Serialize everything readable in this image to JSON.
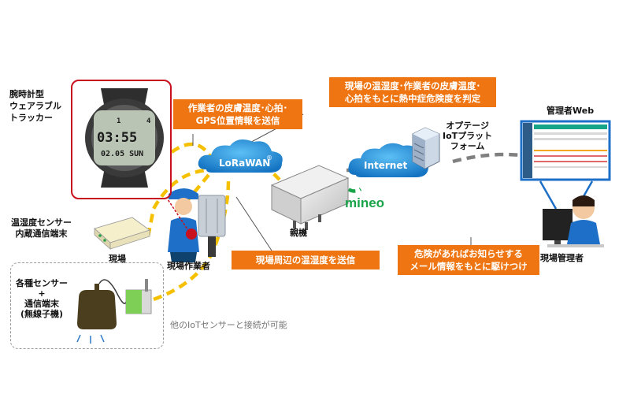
{
  "labels": {
    "watch_tracker": [
      "腕時計型",
      "ウェアラブル",
      "トラッカー"
    ],
    "temp_sensor": [
      "温湿度センサー",
      "内蔵通信端末"
    ],
    "site": "現場",
    "site_worker": "現場作業者",
    "sensors_box": [
      "各種センサー",
      "+",
      "通信端末",
      "(無線子機)"
    ],
    "base_unit": "親機",
    "platform": [
      "オプテージ",
      "IoTプラット",
      "フォーム"
    ],
    "admin_web": "管理者Web",
    "site_manager": "現場管理者"
  },
  "callouts": {
    "worker_data": [
      "作業者の皮膚温度･心拍･",
      "GPS位置情報を送信"
    ],
    "heatstroke_judgement": [
      "現場の温湿度･作業者の皮膚温度･",
      "心拍をもとに熱中症危険度を判定"
    ],
    "site_temp": "現場周辺の温湿度を送信",
    "alert": [
      "危険があればお知らせする",
      "メール情報をもとに駆けつけ"
    ]
  },
  "clouds": {
    "lorawan": "LoRaWAN",
    "lorawan_mark": "®",
    "internet": "Internet"
  },
  "mineo_logo": "mineo",
  "watch_display": {
    "time": "03:55",
    "date": "02.05 SUN",
    "digit_1": "1",
    "digit_2": "4"
  },
  "note_other_sensors": "他のIoTセンサーと接続が可能",
  "colors": {
    "callout_orange": "#ee7511",
    "cloud_blue": "#1e8fd6",
    "lora_link_yellow": "#f5c000",
    "internet_link_gray": "#808080",
    "watch_frame_red": "#c8101f",
    "mineo_green": "#1aa44a",
    "monitor_frame_blue": "#1d6fc8"
  }
}
